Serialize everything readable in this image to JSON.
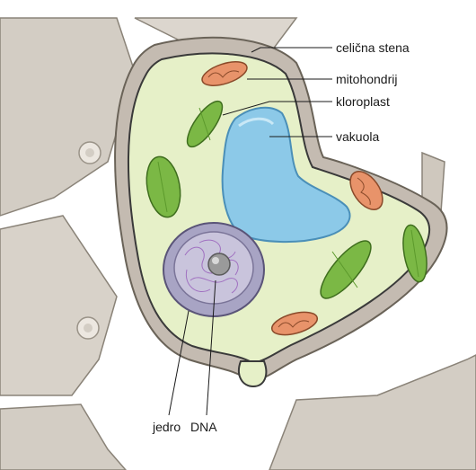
{
  "labels": {
    "cell_wall": "celična stena",
    "mitochondrion": "mitohondrij",
    "chloroplast": "kloroplast",
    "vacuole": "vakuola",
    "nucleus": "jedro",
    "dna": "DNA"
  },
  "colors": {
    "background": "#ffffff",
    "neighbor_cells": "#d3cdc4",
    "cell_wall": "#c4bbb1",
    "cytoplasm": "#e6f0c8",
    "membrane": "#3a3a3a",
    "vacuole": "#8cc9e8",
    "chloroplast": "#7bb845",
    "mitochondrion": "#e8936a",
    "nucleus": "#a8a4c4",
    "nucleolus": "#9a9a9a",
    "dna": "#a070c0"
  }
}
